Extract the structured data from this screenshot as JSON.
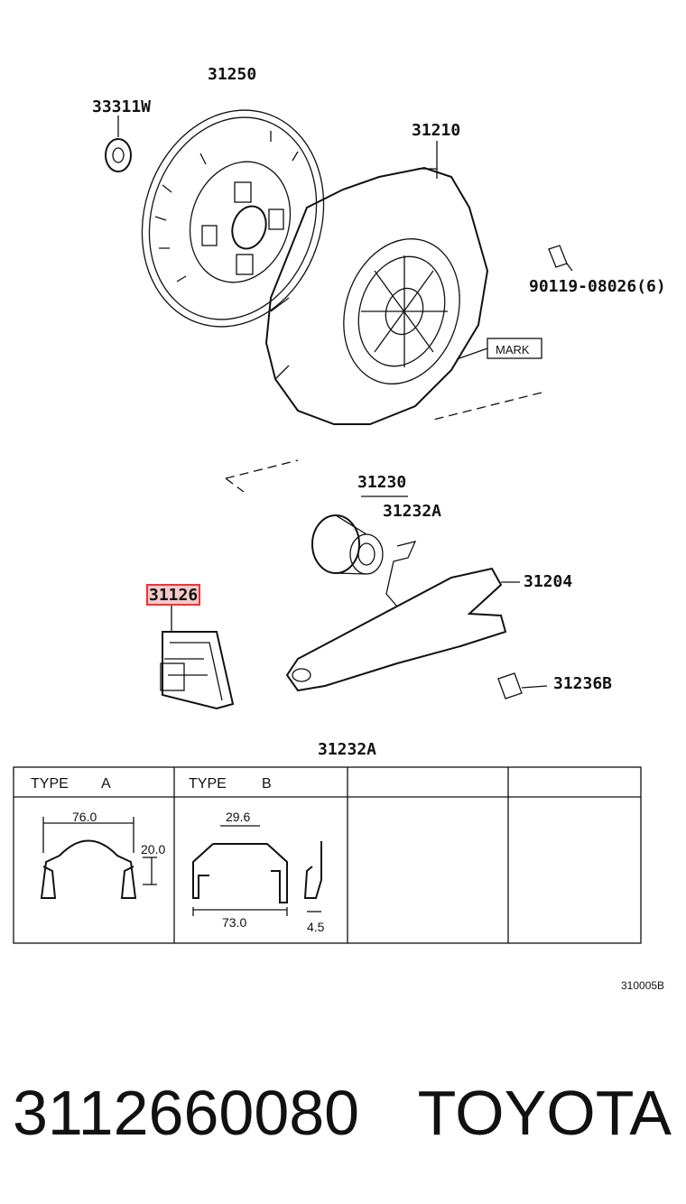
{
  "parts": {
    "disc_top": "31250",
    "bearing_small": "33311W",
    "cover": "31210",
    "bolt": "90119-08026(6)",
    "mark": "MARK",
    "release_bearing": "31230",
    "clip_hub": "31232A",
    "fork": "31204",
    "boot": "31126",
    "pivot": "31236B",
    "clip_table": "31232A"
  },
  "table": {
    "type_a_label": "TYPE",
    "type_a_value": "A",
    "type_b_label": "TYPE",
    "type_b_value": "B",
    "a_width": "76.0",
    "a_height": "20.0",
    "b_top": "29.6",
    "b_width": "73.0",
    "b_depth": "4.5"
  },
  "diagram_code": "310005B",
  "footer": {
    "part_number": "3112660080",
    "brand": "TOYOTA"
  }
}
